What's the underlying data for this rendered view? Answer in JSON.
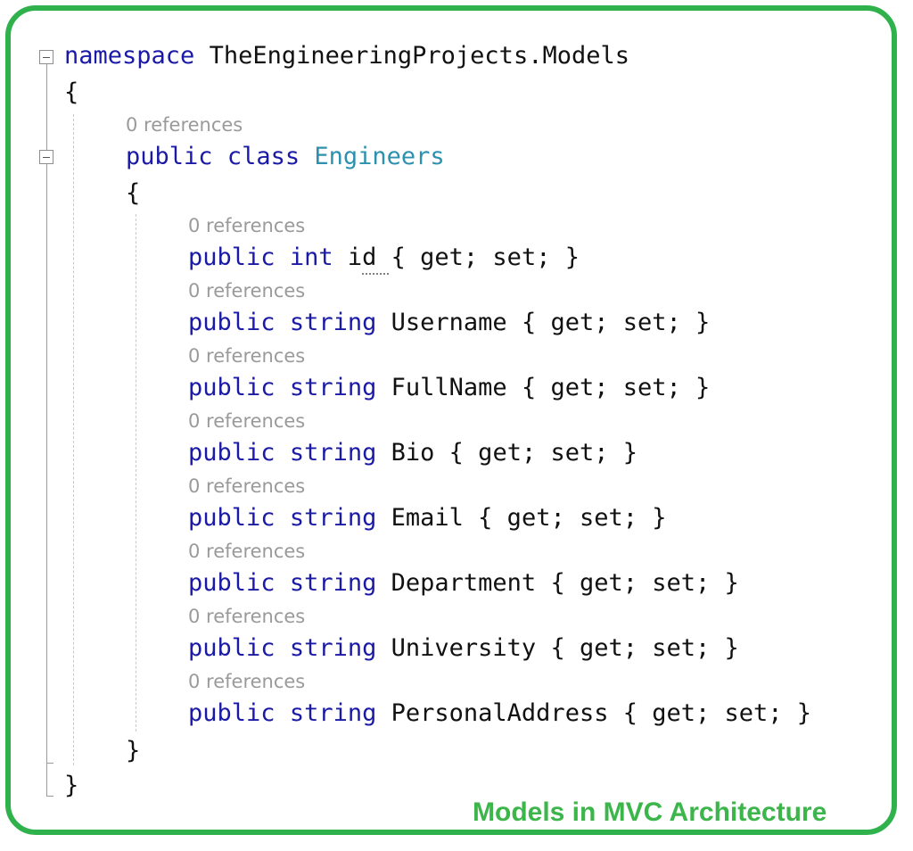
{
  "code": {
    "namespace_keyword": "namespace",
    "namespace_name": "TheEngineeringProjects.Models",
    "open_brace": "{",
    "close_brace": "}",
    "class_reference_hint": "0 references",
    "class_public_keyword": "public",
    "class_keyword": "class",
    "class_name": "Engineers",
    "class_open_brace": "{",
    "class_close_brace": "}",
    "properties": [
      {
        "reference_hint": "0 references",
        "access": "public",
        "type": "int",
        "name": "id",
        "accessors": "{ get; set; }"
      },
      {
        "reference_hint": "0 references",
        "access": "public",
        "type": "string",
        "name": "Username",
        "accessors": "{ get; set; }"
      },
      {
        "reference_hint": "0 references",
        "access": "public",
        "type": "string",
        "name": "FullName",
        "accessors": "{ get; set; }"
      },
      {
        "reference_hint": "0 references",
        "access": "public",
        "type": "string",
        "name": "Bio",
        "accessors": "{ get; set; }"
      },
      {
        "reference_hint": "0 references",
        "access": "public",
        "type": "string",
        "name": "Email",
        "accessors": "{ get; set; }"
      },
      {
        "reference_hint": "0 references",
        "access": "public",
        "type": "string",
        "name": "Department",
        "accessors": "{ get; set; }"
      },
      {
        "reference_hint": "0 references",
        "access": "public",
        "type": "string",
        "name": "University",
        "accessors": "{ get; set; }"
      },
      {
        "reference_hint": "0 references",
        "access": "public",
        "type": "string",
        "name": "PersonalAddress",
        "accessors": "{ get; set; }"
      }
    ]
  },
  "caption": "Models in MVC Architecture",
  "colors": {
    "border": "#2fb14c",
    "caption": "#3cb54a",
    "keyword": "#1a1aa6",
    "type_name": "#2b91af",
    "reference_hint": "#9a9a9a"
  },
  "icons": {
    "namespace_collapse": "collapse-minus-icon",
    "class_collapse": "collapse-minus-icon"
  }
}
